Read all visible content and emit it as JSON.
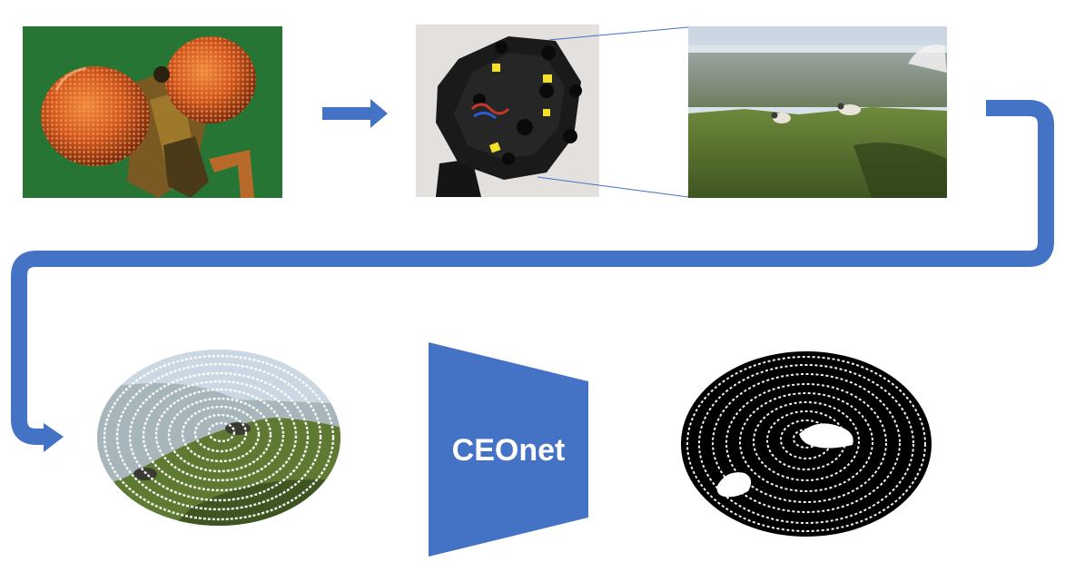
{
  "encoder": {
    "label": "CEOnet"
  },
  "colors": {
    "flow_blue": "#4472C4",
    "eye_orange": "#D2561E",
    "rig_black": "#111111",
    "rig_sticker": "#F2E02A",
    "grass": "#5E7A32",
    "sky": "#C8D6E2",
    "mask_black": "#000000",
    "mask_white": "#FFFFFF"
  },
  "icons": [
    "insect-compound-eye-photo",
    "camera-rig-photo",
    "hillside-sheep-photo",
    "right-arrow-icon",
    "elbow-connector-arrow",
    "spiral-sampled-image",
    "spiral-segmentation-mask"
  ]
}
